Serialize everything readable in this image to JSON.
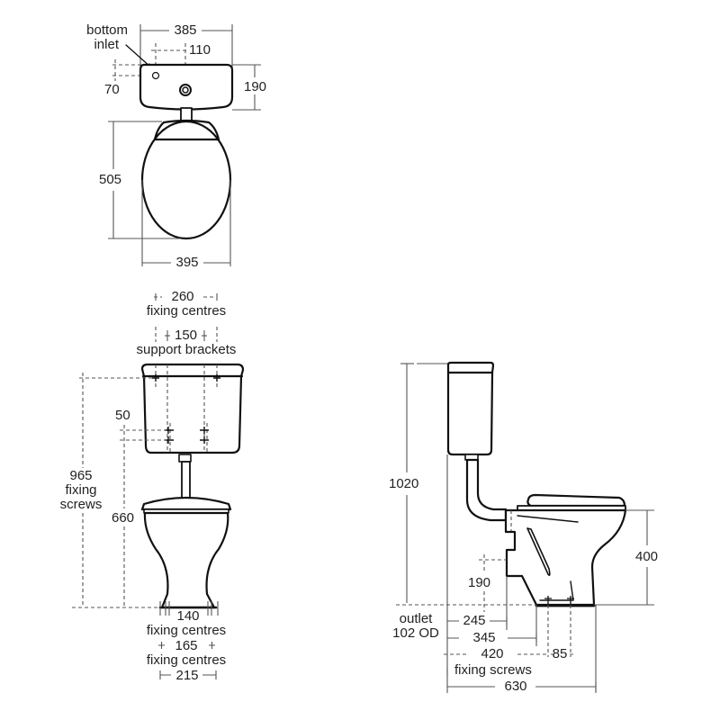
{
  "top_view": {
    "bottom_inlet_label_1": "bottom",
    "bottom_inlet_label_2": "inlet",
    "cistern_width": "385",
    "inlet_offset": "110",
    "inlet_depth": "70",
    "cistern_depth": "190",
    "pan_length": "505",
    "pan_width": "395"
  },
  "front_view": {
    "fixing_centres_top_value": "260",
    "fixing_centres_top_label": "fixing centres",
    "support_brackets_value": "150",
    "support_brackets_label": "support brackets",
    "bracket_spacing": "50",
    "fixing_screws_height_value": "965",
    "fixing_screws_label_1": "fixing",
    "fixing_screws_label_2": "screws",
    "bracket_height": "660",
    "floor_fixing_140": "140",
    "floor_fixing_140_label": "fixing centres",
    "floor_fixing_165": "165",
    "floor_fixing_165_label": "fixing centres",
    "base_width": "215"
  },
  "side_view": {
    "overall_height": "1020",
    "pan_height": "400",
    "outlet_height": "190",
    "outlet_label_1": "outlet",
    "outlet_label_2": "102 OD",
    "dim_245": "245",
    "dim_345": "345",
    "dim_420": "420",
    "dim_85": "85",
    "fixing_screws_label": "fixing screws",
    "overall_depth": "630"
  },
  "colors": {
    "line": "#111111",
    "dim": "#555555",
    "background": "#ffffff"
  }
}
